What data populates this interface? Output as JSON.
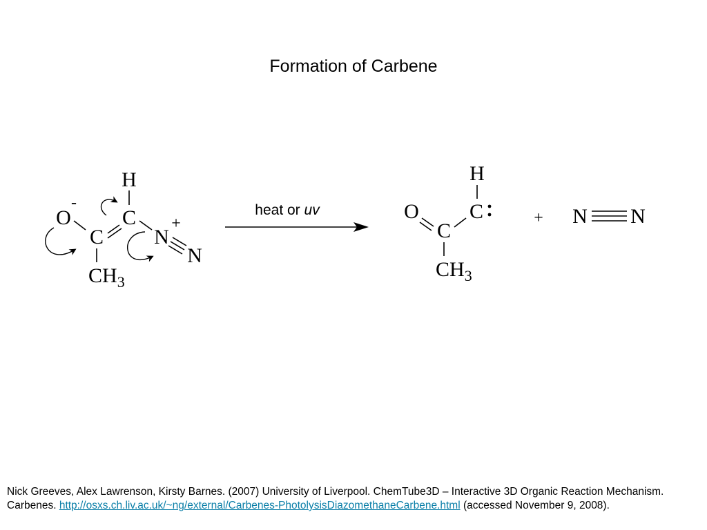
{
  "slide": {
    "title": "Formation of Carbene"
  },
  "reactant": {
    "atoms": {
      "H": "H",
      "O": "O",
      "C_upper": "C",
      "C_lower": "C",
      "N_inner": "N",
      "N_outer": "N",
      "CH": "CH",
      "CH_sub": "3"
    },
    "charges": {
      "O_charge": "-",
      "N_charge": "+"
    }
  },
  "arrow": {
    "condition_prefix": "heat or ",
    "condition_italic": "uv"
  },
  "product": {
    "atoms": {
      "H": "H",
      "O": "O",
      "C_carbene": "C",
      "C_center": "C",
      "CH": "CH",
      "CH_sub": "3"
    },
    "lone_pair": ":",
    "plus": "+",
    "nitrogen": {
      "N_left": "N",
      "N_right": "N"
    }
  },
  "citation": {
    "text_before": "Nick Greeves, Alex Lawrenson, Kirsty Barnes. (2007) University of Liverpool. ChemTube3D – Interactive 3D Organic Reaction Mechanism. Carbenes. ",
    "link": "http://osxs.ch.liv.ac.uk/~ng/external/Carbenes-PhotolysisDiazomethaneCarbene.html",
    "text_after": " (accessed November 9, 2008)."
  }
}
